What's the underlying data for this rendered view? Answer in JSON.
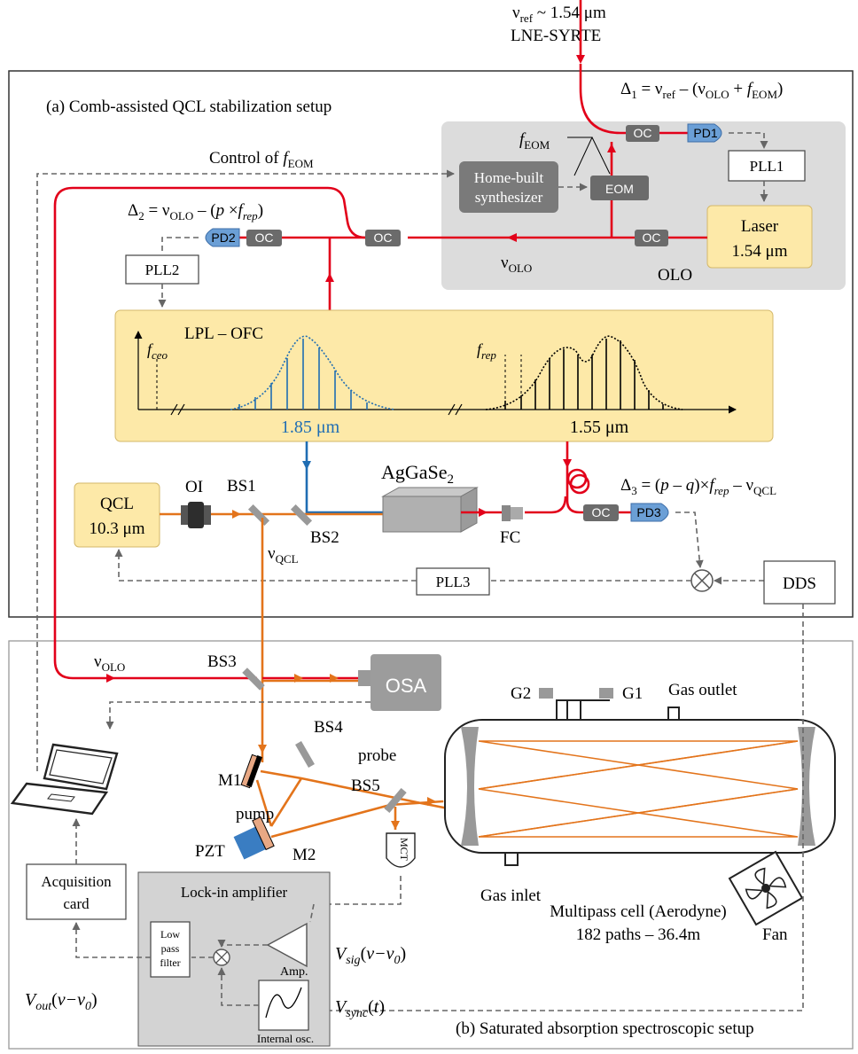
{
  "top_source": {
    "line1": "ν",
    "line1_sub": "ref",
    "line1_rest": " ~ 1.54 μm",
    "line2": "LNE-SYRTE"
  },
  "panel_a": {
    "title": "(a) Comb-assisted QCL stabilization setup",
    "delta1": "Δ₁ = νref – (νOLO + fEOM)",
    "delta2": "Δ₂ = νOLO – (p ×frep)",
    "delta3": "Δ₃ = (p – q)×frep – νQCL",
    "control_feom": "Control of fEOM",
    "feom": "fEOM",
    "synth": [
      "Home-built",
      "synthesizer"
    ],
    "eom": "EOM",
    "oc": "OC",
    "pd1": "PD1",
    "pd2": "PD2",
    "pd3": "PD3",
    "pll1": "PLL1",
    "pll2": "PLL2",
    "pll3": "PLL3",
    "laser": [
      "Laser",
      "1.54 μm"
    ],
    "volo": "νOLO",
    "olo": "OLO",
    "ofc": "LPL – OFC",
    "fceo": "fceo",
    "frep": "frep",
    "w185": "1.85 μm",
    "w155": "1.55 μm",
    "qcl": [
      "QCL",
      "10.3 μm"
    ],
    "oi": "OI",
    "bs1": "BS1",
    "bs2": "BS2",
    "crystal": "AgGaSe₂",
    "fc": "FC",
    "vqcl": "νQCL",
    "dds": "DDS"
  },
  "panel_b": {
    "title": "(b) Saturated absorption spectroscopic setup",
    "volo": "νOLO",
    "bs3": "BS3",
    "bs4": "BS4",
    "bs5": "BS5",
    "osa": "OSA",
    "m1": "M1",
    "m2": "M2",
    "pzt": "PZT",
    "probe": "probe",
    "pump": "pump",
    "mct": "MCT",
    "g1": "G1",
    "g2": "G2",
    "gas_outlet": "Gas outlet",
    "gas_inlet": "Gas inlet",
    "cell": [
      "Multipass cell (Aerodyne)",
      "182 paths – 36.4m"
    ],
    "fan": "Fan",
    "acq": [
      "Acquisition",
      "card"
    ],
    "lockin": "Lock-in amplifier",
    "lowpass": [
      "Low",
      "pass",
      "filter"
    ],
    "amp": "Amp.",
    "osc": "Internal osc.",
    "vsig": "Vsig(ν−ν0)",
    "vsync": "Vsync(t)",
    "vout": "Vout(ν−ν0)"
  }
}
